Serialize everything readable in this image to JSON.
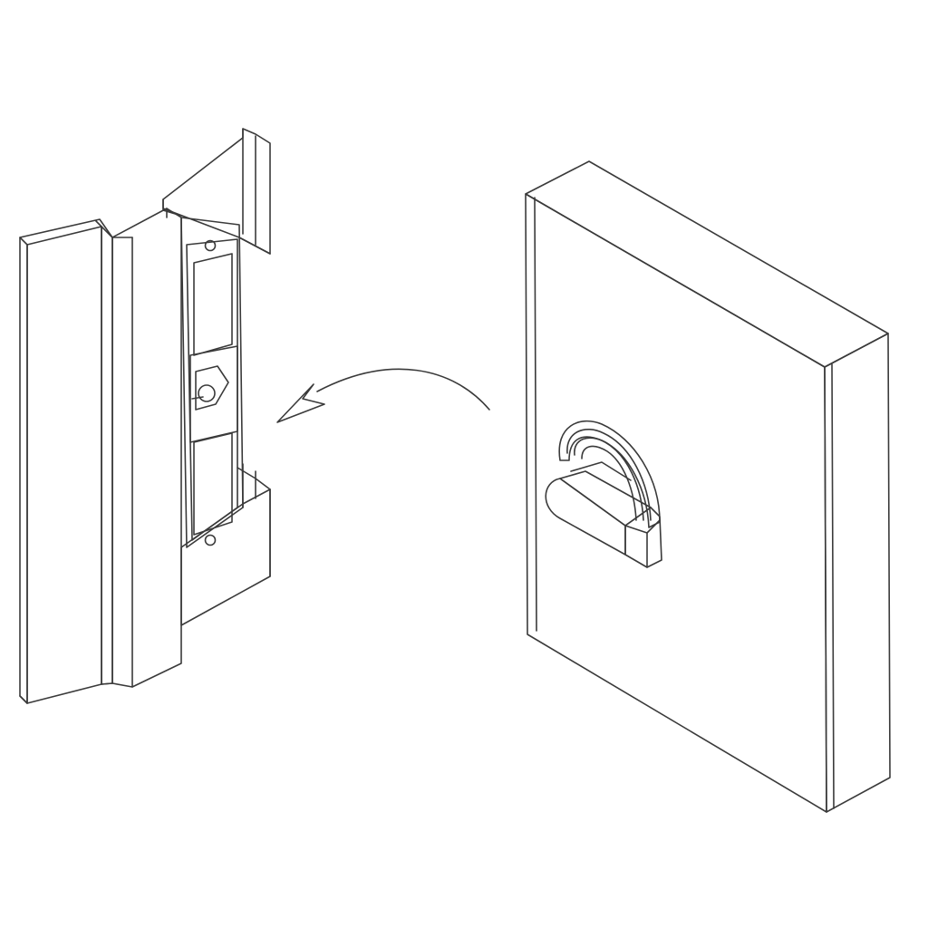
{
  "diagram": {
    "kind": "isometric-line-drawing",
    "components": [
      {
        "id": "frame-profile",
        "name": "door-frame-profile"
      },
      {
        "id": "strike-plate",
        "name": "strike-plate-with-latch-keeper"
      },
      {
        "id": "door-panel",
        "name": "door-panel"
      },
      {
        "id": "latch-bolt",
        "name": "latch-bolt"
      },
      {
        "id": "motion-arrow",
        "name": "curved-direction-arrow"
      }
    ]
  },
  "colors": {
    "line": "#3a3a3a",
    "fill": "#ffffff",
    "shade": "#f1f1f1",
    "background": "#ffffff"
  }
}
